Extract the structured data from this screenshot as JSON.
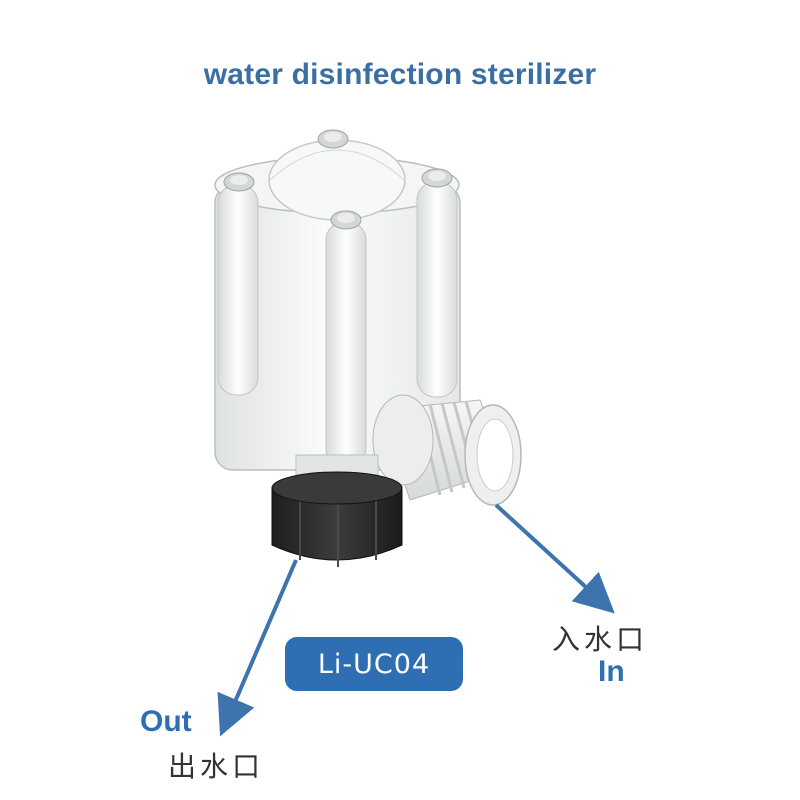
{
  "title": "water disinfection sterilizer",
  "model": "Li-UC04",
  "inlet": {
    "en": "In",
    "cn": "入水口"
  },
  "outlet": {
    "en": "Out",
    "cn": "出水口"
  },
  "colors": {
    "accent": "#2e6fb4",
    "title": "#3a6fa4",
    "nut": "#2f2f2f",
    "body": "#f3f4f4"
  }
}
